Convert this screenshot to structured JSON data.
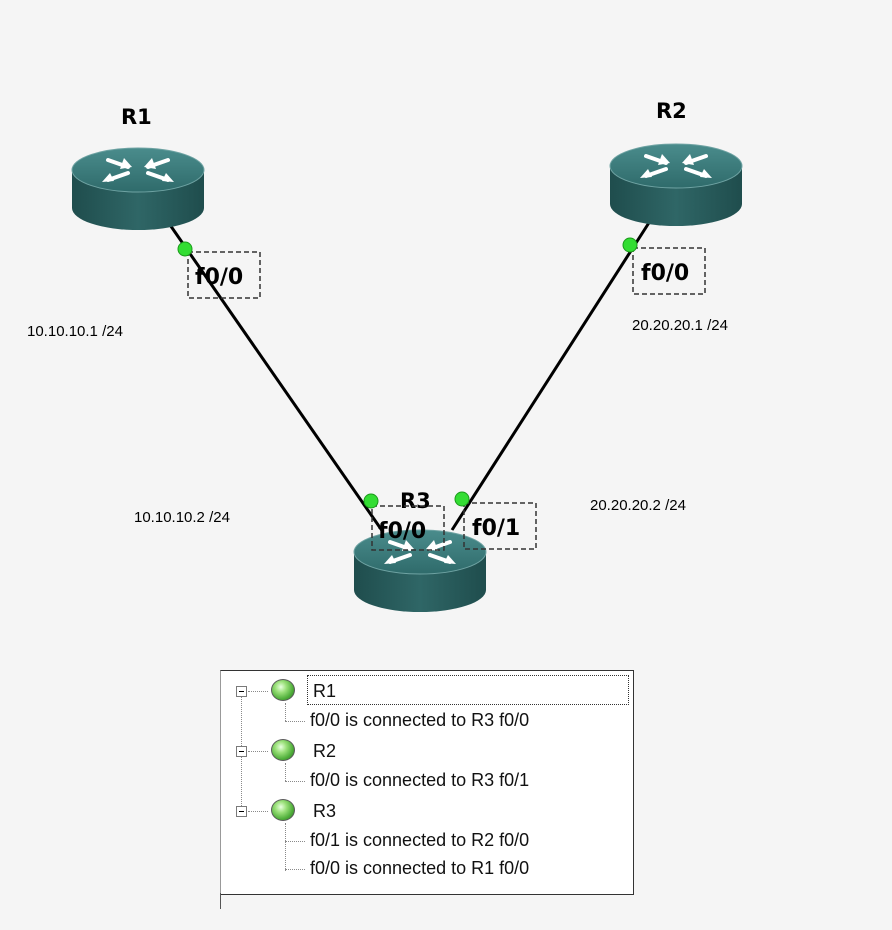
{
  "diagram": {
    "routers": [
      {
        "id": "r1",
        "label": "R1"
      },
      {
        "id": "r2",
        "label": "R2"
      },
      {
        "id": "r3",
        "label": "R3"
      }
    ],
    "interfaces": {
      "r1_f0_0": "f0/0",
      "r2_f0_0": "f0/0",
      "r3_f0_0": "f0/0",
      "r3_f0_1": "f0/1"
    },
    "ip_labels": {
      "r1": "10.10.10.1 /24",
      "r2": "20.20.20.1 /24",
      "r3_left": "10.10.10.2 /24",
      "r3_right": "20.20.20.2 /24"
    },
    "colors": {
      "router_top": "#3f7f7f",
      "router_side": "#2a5e5e",
      "link": "#000000",
      "port_dot": "#33dd33"
    }
  },
  "topology_panel": {
    "nodes": [
      {
        "name": "R1",
        "connections": [
          "f0/0 is connected to R3 f0/0"
        ]
      },
      {
        "name": "R2",
        "connections": [
          "f0/0 is connected to R3 f0/1"
        ]
      },
      {
        "name": "R3",
        "connections": [
          "f0/1 is connected to R2 f0/0",
          "f0/0 is connected to R1 f0/0"
        ]
      }
    ]
  }
}
